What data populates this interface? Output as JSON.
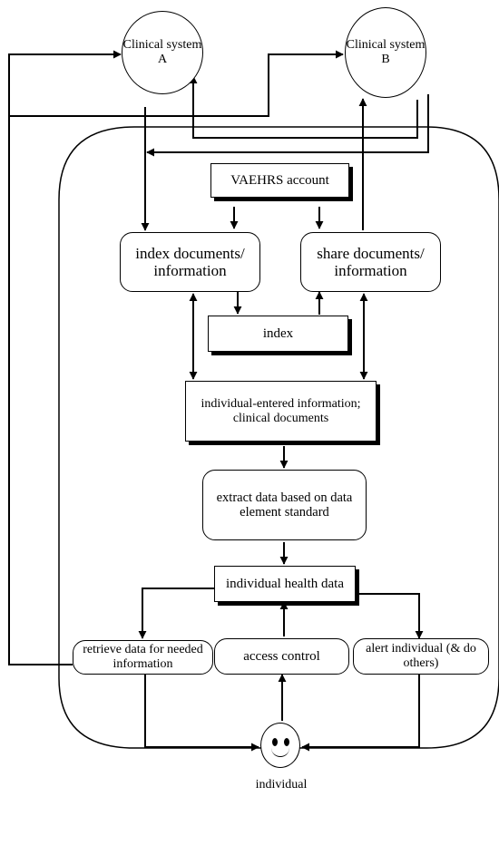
{
  "nodes": {
    "clinical_a": "Clinical system A",
    "clinical_b": "Clinical system B",
    "vaehrs": "VAEHRS account",
    "index_docs": "index documents/ information",
    "share_docs": "share documents/ information",
    "index": "index",
    "individual_entered": "individual-entered information; clinical documents",
    "extract": "extract data based on data element standard",
    "health_data": "individual health data",
    "retrieve": "retrieve data for needed information",
    "access": "access control",
    "alert": "alert individual (& do others)",
    "individual": "individual"
  }
}
